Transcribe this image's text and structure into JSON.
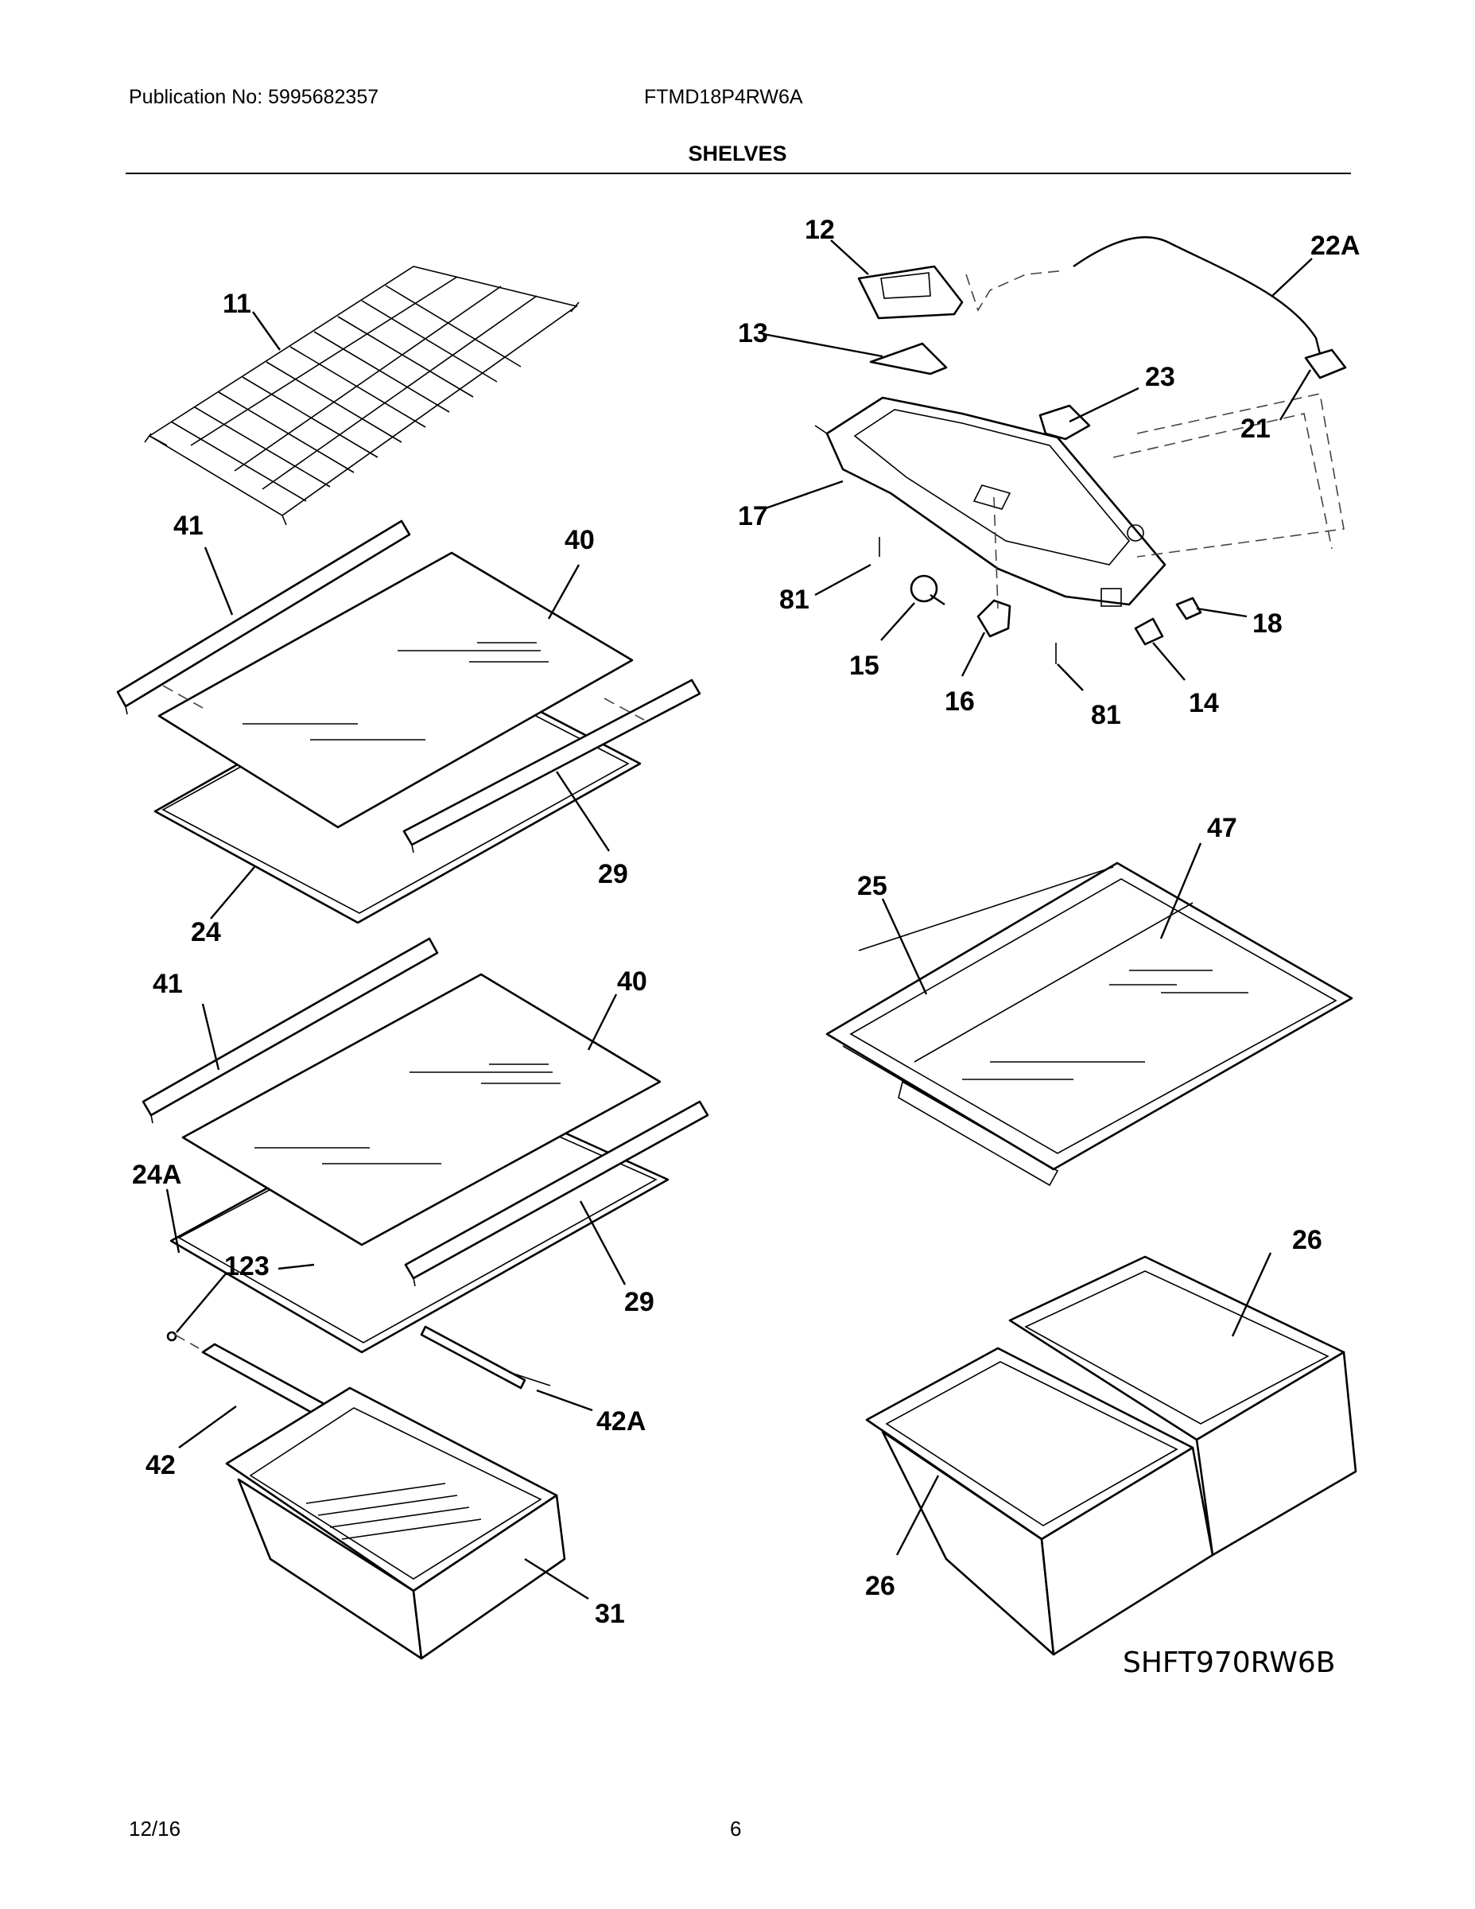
{
  "header": {
    "publication": "Publication No: 5995682357",
    "model": "FTMD18P4RW6A",
    "section_title": "SHELVES"
  },
  "footer": {
    "date": "12/16",
    "page_number": "6"
  },
  "figure_id": "SHFT970RW6B",
  "callouts": {
    "c11": "11",
    "c41a": "41",
    "c40a": "40",
    "c29a": "29",
    "c24": "24",
    "c41b": "41",
    "c40b": "40",
    "c24A": "24A",
    "c123": "123",
    "c29b": "29",
    "c42A": "42A",
    "c42": "42",
    "c31": "31",
    "c12": "12",
    "c22A": "22A",
    "c13": "13",
    "c23": "23",
    "c21": "21",
    "c17": "17",
    "c81a": "81",
    "c18": "18",
    "c15": "15",
    "c16": "16",
    "c81b": "81",
    "c14": "14",
    "c47": "47",
    "c25": "25",
    "c26a": "26",
    "c26b": "26"
  }
}
